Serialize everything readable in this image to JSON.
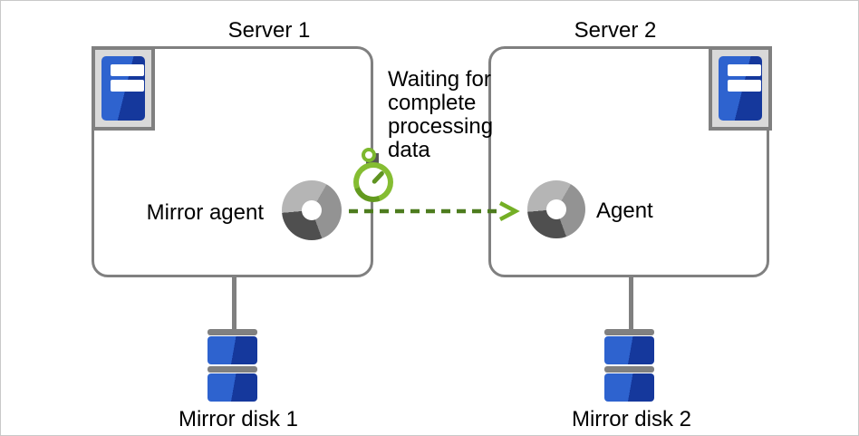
{
  "diagram": {
    "annotation": {
      "waiting_text": "Waiting for\ncomplete\nprocessing\ndata"
    },
    "servers": [
      {
        "title": "Server 1",
        "agent_label": "Mirror agent",
        "disk_label": "Mirror disk 1"
      },
      {
        "title": "Server 2",
        "agent_label": "Agent",
        "disk_label": "Mirror disk 2"
      }
    ],
    "icons": {
      "server_icon": "server-rack",
      "agent_icon": "agent-donut",
      "timer_icon": "stopwatch",
      "disk_icon": "mirror-disk-stack",
      "arrow": "dashed-arrow-right"
    },
    "colors": {
      "box_border": "#808080",
      "icon_bg": "#d9d9d9",
      "blue_light": "#2e63cf",
      "blue_dark": "#15389c",
      "donut_light": "#b5b5b5",
      "donut_mid": "#939393",
      "donut_dark": "#4f4f4f",
      "green_bright": "#7cb82e",
      "green_dark_arc": "#639a1f",
      "arrow_dash": "#4d7c1e",
      "arrow_head": "#74af25",
      "frame": "#c9c9c9",
      "text": "#000000"
    }
  }
}
